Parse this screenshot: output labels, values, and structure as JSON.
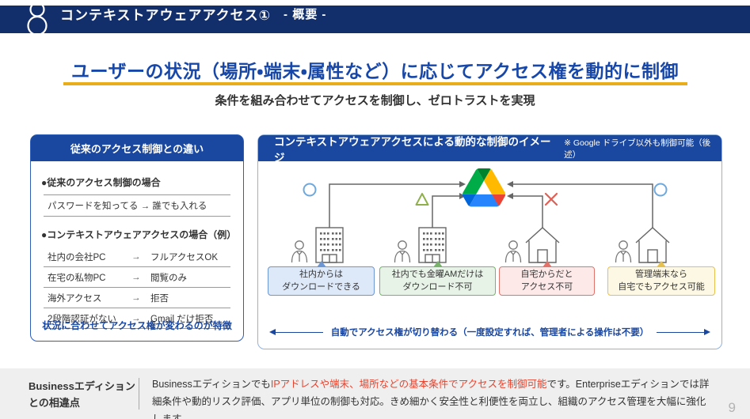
{
  "header": {
    "logo": "figure-8-logo",
    "title": "コンテキストアウェアアクセス①",
    "subtitle": "- 概要 -"
  },
  "main": {
    "title": "ユーザーの状況（場所・端末・属性など）に応じてアクセス権を動的に制御",
    "subtitle": "条件を組み合わせてアクセスを制御し、ゼロトラストを実現"
  },
  "left_panel": {
    "header": "従来のアクセス制御との違い",
    "section1_title": "●従来のアクセス制御の場合",
    "section1_rule": "パスワードを知ってる → 誰でも入れる",
    "section2_title": "●コンテキストアウェアアクセスの場合（例）",
    "rules": [
      {
        "condition": "社内の会社PC",
        "arrow": "→",
        "result": "フルアクセスOK"
      },
      {
        "condition": "在宅の私物PC",
        "arrow": "→",
        "result": "閲覧のみ"
      },
      {
        "condition": "海外アクセス",
        "arrow": "→",
        "result": "拒否"
      },
      {
        "condition": "2段階認証がない",
        "arrow": "→",
        "result": "Gmail だけ拒否"
      }
    ],
    "footer": "状況に合わせてアクセス権が変わるのが特徴"
  },
  "right_panel": {
    "header": "コンテキストアウェアアクセスによる動的な制御のイメージ",
    "header_note": "※ Google ドライブ以外も制御可能（後述）",
    "center_icon": "google-drive-icon",
    "scenarios": [
      {
        "marker": "allow-circle",
        "device": "office-building",
        "line1": "社内からは",
        "line2": "ダウンロードできる",
        "color": "blue"
      },
      {
        "marker": "conditional-triangle",
        "device": "office-building",
        "line1": "社内でも金曜AMだけは",
        "line2": "ダウンロード不可",
        "color": "green"
      },
      {
        "marker": "deny-cross",
        "device": "house",
        "line1": "自宅からだと",
        "line2": "アクセス不可",
        "color": "red"
      },
      {
        "marker": "allow-circle",
        "device": "house",
        "line1": "管理端末なら",
        "line2": "自宅でもアクセス可能",
        "color": "yellow"
      }
    ],
    "bottom_arrow_text": "自動でアクセス権が切り替わる（一度設定すれば、管理者による操作は不要）"
  },
  "footer": {
    "left_line1": "Businessエディション",
    "left_line2": "との相違点",
    "body_part1": "Businessエディションでも",
    "body_highlight": "IPアドレスや端末、場所などの基本条件でアクセスを制御可能",
    "body_part2": "です。Enterpriseエディションでは詳細条件や動的リスク評価、アプリ単位の制御も対応。きめ細かく安全性と利便性を両立し、組織のアクセス管理を大幅に強化します。",
    "page_number": "9"
  },
  "colors": {
    "navy_bar": "#132f6b",
    "panel_header_blue": "#1a47a0",
    "title_blue": "#1747a8",
    "underline_gold": "#e9ad1b",
    "highlight_red": "#e8432d",
    "footer_gray": "#efeff0"
  }
}
